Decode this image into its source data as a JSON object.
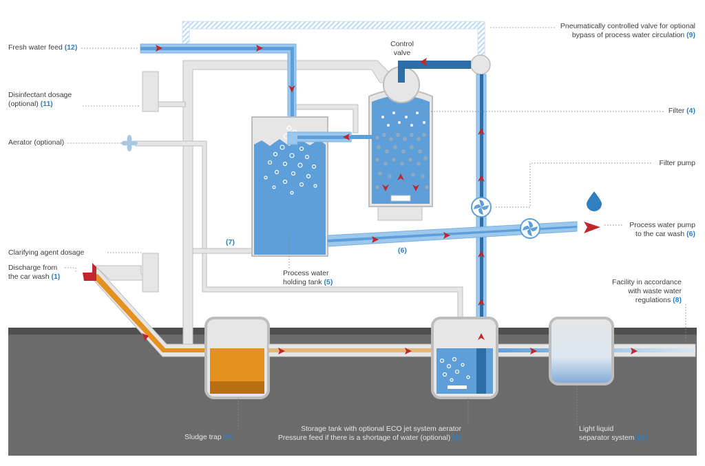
{
  "labels": {
    "fresh_water": {
      "text": "Fresh water feed ",
      "num": "(12)"
    },
    "disinfectant_1": "Disinfectant dosage",
    "disinfectant_2": {
      "text": "(optional) ",
      "num": "(11)"
    },
    "aerator": "Aerator (optional)",
    "clarifying": "Clarifying agent dosage",
    "discharge_1": "Discharge from",
    "discharge_2": {
      "text": "the car wash ",
      "num": "(1)"
    },
    "control_valve_1": "Control",
    "control_valve_2": "valve",
    "pneumatic_1": "Pneumatically controlled valve for optional",
    "pneumatic_2": {
      "text": "bypass of process water circulation ",
      "num": "(9)"
    },
    "filter": {
      "text": "Filter ",
      "num": "(4)"
    },
    "filter_pump": "Filter pump",
    "process_pump_1": "Process water pump",
    "process_pump_2": {
      "text": "to the car wash ",
      "num": "(6)"
    },
    "pipe7": "(7)",
    "pipe6": "(6)",
    "holding_1": "Process water",
    "holding_2": {
      "text": "holding tank ",
      "num": "(5)"
    },
    "facility_1": "Facility in accordance",
    "facility_2": "with waste water",
    "facility_3": {
      "text": "regulations ",
      "num": "(8)"
    },
    "sludge": {
      "text": "Sludge trap ",
      "num": "(2)"
    },
    "storage_1": "Storage tank with optional ECO jet system aerator",
    "storage_2": {
      "text": "Pressure feed if there is a shortage of water (optional) ",
      "num": "(3)"
    },
    "separator_1": "Light liquid",
    "separator_2": {
      "text": "separator system",
      "num": "(10)"
    }
  },
  "colors": {
    "ground": "#6b6b6b",
    "ground_top": "#4f4f4f",
    "pipe_grey": "#e6e6e6",
    "pipe_outline": "#bdbdbd",
    "water": "#5e9fd9",
    "water_light": "#9cc8ee",
    "water_dark": "#2e6ea8",
    "sludge": "#e4911f",
    "arrow": "#c0272d",
    "number_blue": "#2f7fc1"
  },
  "icons": [
    "flow-arrow-icon",
    "pump-icon",
    "water-drop-icon",
    "aerator-icon",
    "valve-icon"
  ]
}
